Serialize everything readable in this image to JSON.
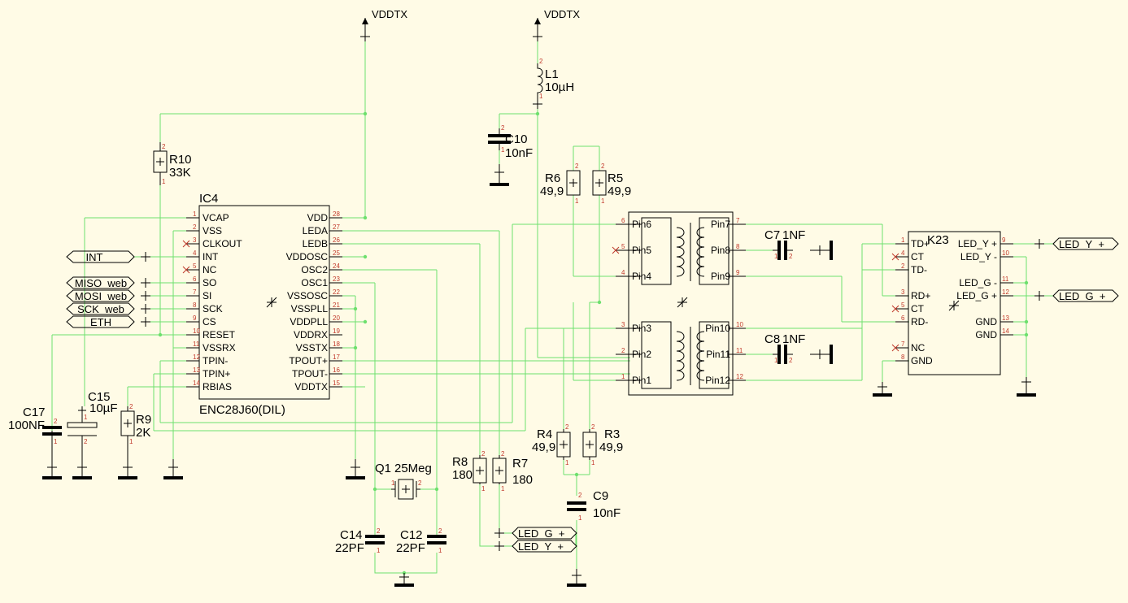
{
  "supplies": {
    "vdd_left": "VDDTX",
    "vdd_right": "VDDTX"
  },
  "ic4": {
    "ref": "IC4",
    "value": "ENC28J60(DIL)",
    "left_pins": [
      {
        "num": "1",
        "name": "VCAP"
      },
      {
        "num": "2",
        "name": "VSS"
      },
      {
        "num": "3",
        "name": "CLKOUT"
      },
      {
        "num": "4",
        "name": "INT"
      },
      {
        "num": "5",
        "name": "NC"
      },
      {
        "num": "6",
        "name": "SO"
      },
      {
        "num": "7",
        "name": "SI"
      },
      {
        "num": "8",
        "name": "SCK"
      },
      {
        "num": "9",
        "name": "CS"
      },
      {
        "num": "10",
        "name": "RESET"
      },
      {
        "num": "11",
        "name": "VSSRX"
      },
      {
        "num": "12",
        "name": "TPIN-"
      },
      {
        "num": "13",
        "name": "TPIN+"
      },
      {
        "num": "14",
        "name": "RBIAS"
      }
    ],
    "right_pins": [
      {
        "num": "28",
        "name": "VDD"
      },
      {
        "num": "27",
        "name": "LEDA"
      },
      {
        "num": "26",
        "name": "LEDB"
      },
      {
        "num": "25",
        "name": "VDDOSC"
      },
      {
        "num": "24",
        "name": "OSC2"
      },
      {
        "num": "23",
        "name": "OSC1"
      },
      {
        "num": "22",
        "name": "VSSOSC"
      },
      {
        "num": "21",
        "name": "VSSPLL"
      },
      {
        "num": "20",
        "name": "VDDPLL"
      },
      {
        "num": "19",
        "name": "VDDRX"
      },
      {
        "num": "18",
        "name": "VSSTX"
      },
      {
        "num": "17",
        "name": "TPOUT+"
      },
      {
        "num": "16",
        "name": "TPOUT-"
      },
      {
        "num": "15",
        "name": "VDDTX"
      }
    ]
  },
  "net_labels": {
    "int": "INT",
    "miso": "MISO_web",
    "mosi": "MOSI_web",
    "sck": "SCK_web",
    "eth": "ETH",
    "led_y": "LED_Y_+",
    "led_g": "LED_G_+",
    "led_g2": "LED_G_+",
    "led_y2": "LED_Y_+"
  },
  "parts": {
    "r10": {
      "ref": "R10",
      "value": "33K"
    },
    "l1": {
      "ref": "L1",
      "value": "10µH"
    },
    "c10": {
      "ref": "C10",
      "value": "10nF"
    },
    "r6": {
      "ref": "R6",
      "value": "49,9"
    },
    "r5": {
      "ref": "R5",
      "value": "49,9"
    },
    "c15": {
      "ref": "C15",
      "value": "10µF"
    },
    "c17": {
      "ref": "C17",
      "value": "100NF"
    },
    "r9": {
      "ref": "R9",
      "value": "2K"
    },
    "q1": {
      "ref": "Q1",
      "value": "25Meg"
    },
    "c14": {
      "ref": "C14",
      "value": "22PF"
    },
    "c12": {
      "ref": "C12",
      "value": "22PF"
    },
    "r8": {
      "ref": "R8",
      "value": "180"
    },
    "r7": {
      "ref": "R7",
      "value": "180"
    },
    "r4": {
      "ref": "R4",
      "value": "49,9"
    },
    "r3": {
      "ref": "R3",
      "value": "49,9"
    },
    "c9": {
      "ref": "C9",
      "value": "10nF"
    },
    "c7": {
      "ref": "C7",
      "value": "1NF"
    },
    "c8": {
      "ref": "C8",
      "value": "1NF"
    }
  },
  "transformer": {
    "left_pins": [
      {
        "num": "6",
        "name": "Pin6"
      },
      {
        "num": "5",
        "name": "Pin5"
      },
      {
        "num": "4",
        "name": "Pin4"
      },
      {
        "num": "3",
        "name": "Pin3"
      },
      {
        "num": "2",
        "name": "Pin2"
      },
      {
        "num": "1",
        "name": "Pin1"
      }
    ],
    "right_pins": [
      {
        "num": "7",
        "name": "Pin7"
      },
      {
        "num": "8",
        "name": "Pin8"
      },
      {
        "num": "9",
        "name": "Pin9"
      },
      {
        "num": "10",
        "name": "Pin10"
      },
      {
        "num": "11",
        "name": "Pin11"
      },
      {
        "num": "12",
        "name": "Pin12"
      }
    ]
  },
  "k23": {
    "ref": "K23",
    "left_pins": [
      {
        "num": "1",
        "name": "TD+"
      },
      {
        "num": "4",
        "name": "CT"
      },
      {
        "num": "2",
        "name": "TD-"
      },
      {
        "num": "3",
        "name": "RD+"
      },
      {
        "num": "5",
        "name": "CT"
      },
      {
        "num": "6",
        "name": "RD-"
      },
      {
        "num": "7",
        "name": "NC"
      },
      {
        "num": "8",
        "name": "GND"
      }
    ],
    "right_pins": [
      {
        "num": "9",
        "name": "LED_Y +"
      },
      {
        "num": "10",
        "name": "LED_Y -"
      },
      {
        "num": "11",
        "name": "LED_G -"
      },
      {
        "num": "12",
        "name": "LED_G +"
      },
      {
        "num": "13",
        "name": "GND"
      },
      {
        "num": "14",
        "name": "GND"
      }
    ]
  }
}
